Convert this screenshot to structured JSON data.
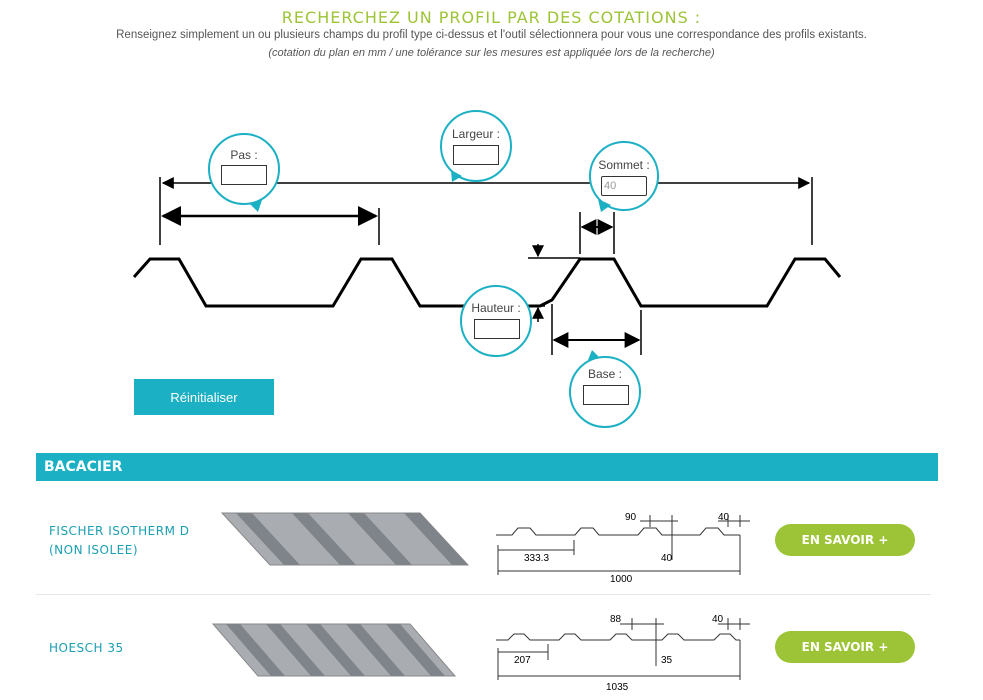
{
  "header": {
    "title": "RECHERCHEZ UN PROFIL PAR DES COTATIONS :",
    "subtitle": "Renseignez simplement un ou plusieurs champs du profil type ci-dessus et l'outil sélectionnera pour vous une correspondance des profils existants.",
    "note": "(cotation du plan en mm / une tolérance sur les mesures est appliquée lors de la recherche)"
  },
  "fields": {
    "pas": {
      "label": "Pas :",
      "value": ""
    },
    "largeur": {
      "label": "Largeur :",
      "value": ""
    },
    "sommet": {
      "label": "Sommet :",
      "value": "40"
    },
    "hauteur": {
      "label": "Hauteur :",
      "value": ""
    },
    "base": {
      "label": "Base :",
      "value": ""
    }
  },
  "reset_label": "Réinitialiser",
  "section": {
    "title": "BACACIER"
  },
  "products": [
    {
      "name": "FISCHER ISOTHERM D\n(NON ISOLEE)",
      "button": "EN SAVOIR +",
      "dims": {
        "sommet": "90",
        "top_right": "40",
        "bottom": "40",
        "pas": "333.3",
        "largeur": "1000"
      }
    },
    {
      "name": "HOESCH 35",
      "button": "EN SAVOIR +",
      "dims": {
        "sommet": "88",
        "top_right": "40",
        "bottom": "35",
        "pas": "207",
        "largeur": "1035"
      }
    }
  ],
  "colors": {
    "accent": "#1bb0c4",
    "green": "#9cc436",
    "product_text": "#1a9fb3"
  }
}
